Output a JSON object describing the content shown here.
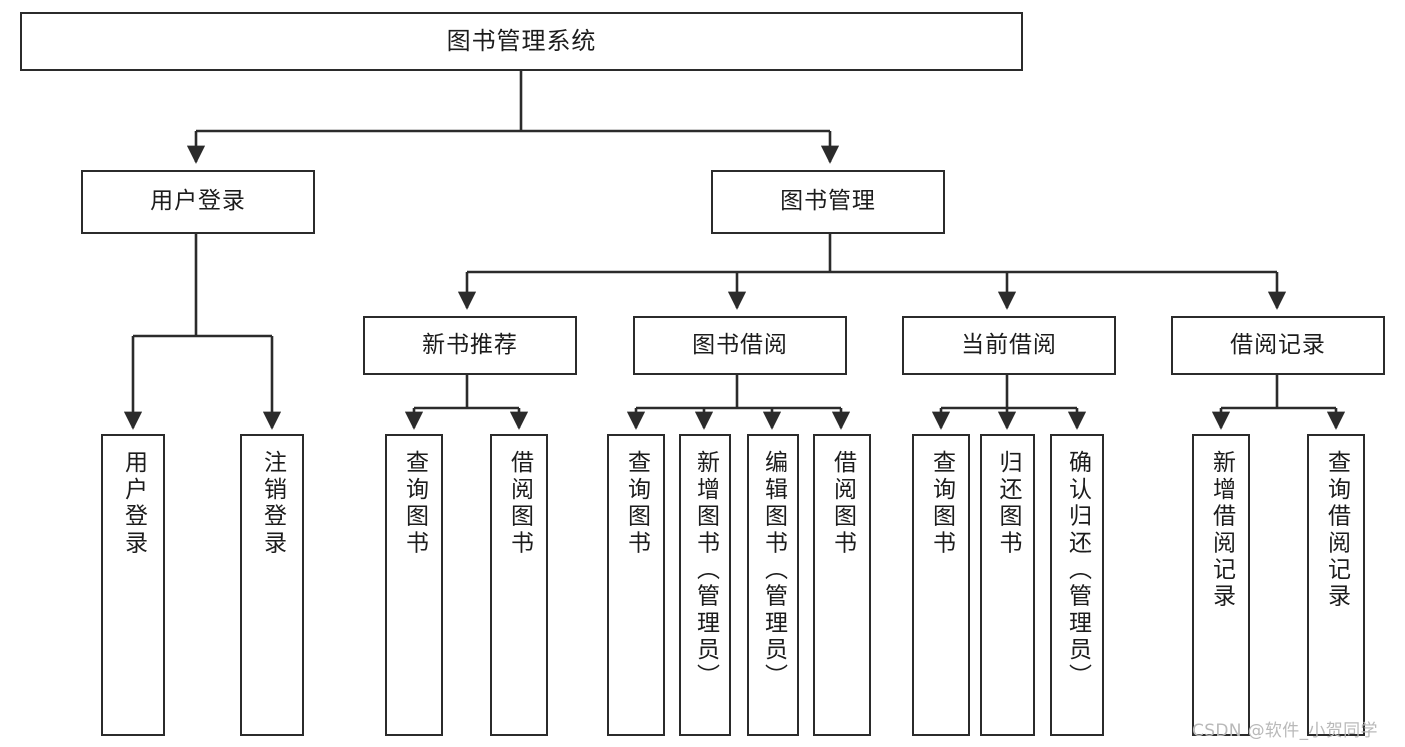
{
  "diagram": {
    "title": "图书管理系统",
    "type": "tree-hierarchy-chart",
    "root": {
      "label": "图书管理系统"
    },
    "level2": [
      {
        "label": "用户登录"
      },
      {
        "label": "图书管理"
      }
    ],
    "level3": [
      {
        "label": "新书推荐"
      },
      {
        "label": "图书借阅"
      },
      {
        "label": "当前借阅"
      },
      {
        "label": "借阅记录"
      }
    ],
    "leaves": [
      {
        "label": "用户登录",
        "parent": "用户登录"
      },
      {
        "label": "注销登录",
        "parent": "用户登录"
      },
      {
        "label": "查询图书",
        "parent": "新书推荐"
      },
      {
        "label": "借阅图书",
        "parent": "新书推荐"
      },
      {
        "label": "查询图书",
        "parent": "图书借阅"
      },
      {
        "label": "新增图书（管理员）",
        "parent": "图书借阅"
      },
      {
        "label": "编辑图书（管理员）",
        "parent": "图书借阅"
      },
      {
        "label": "借阅图书",
        "parent": "图书借阅"
      },
      {
        "label": "查询图书",
        "parent": "当前借阅"
      },
      {
        "label": "归还图书",
        "parent": "当前借阅"
      },
      {
        "label": "确认归还（管理员）",
        "parent": "当前借阅"
      },
      {
        "label": "新增借阅记录",
        "parent": "借阅记录"
      },
      {
        "label": "查询借阅记录",
        "parent": "借阅记录"
      }
    ]
  },
  "watermark": {
    "text": "CSDN @软件_小贺同学"
  },
  "colors": {
    "border": "#2b2b2b",
    "text": "#1c1c1c",
    "background": "#ffffff",
    "watermark": "#b9b9b9"
  }
}
